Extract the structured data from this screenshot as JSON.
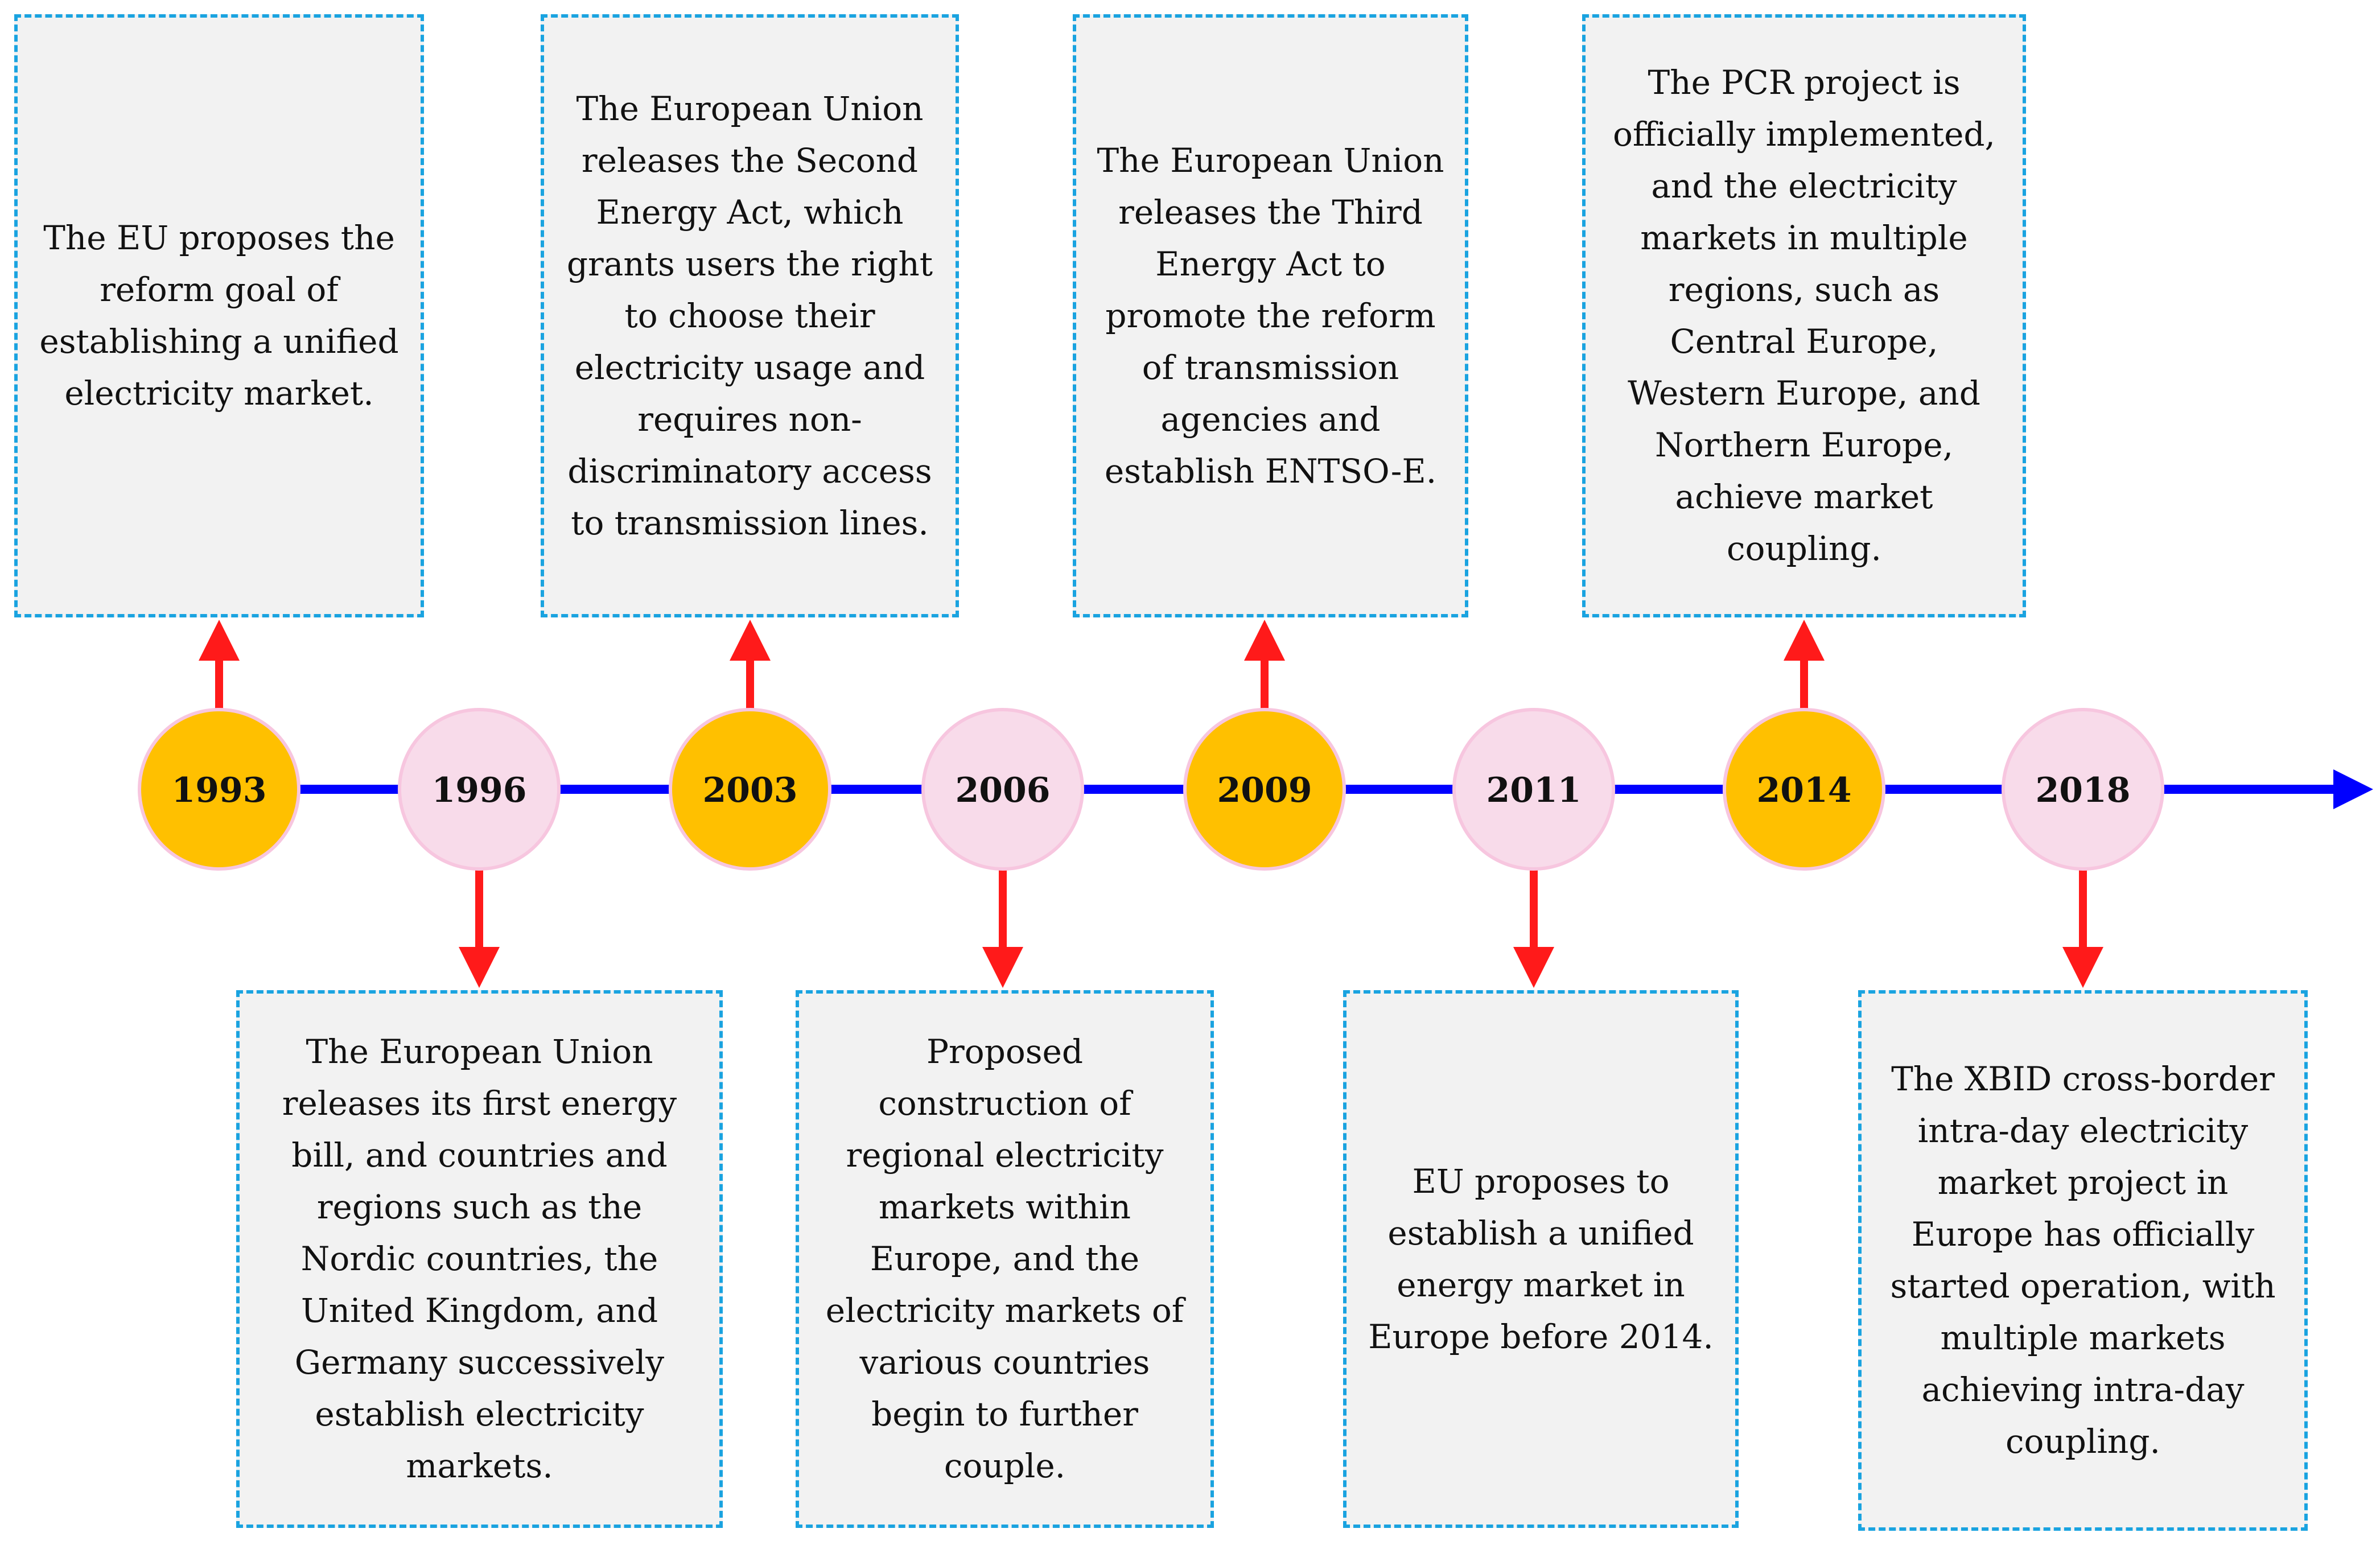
{
  "colors": {
    "axis": "#0000ff",
    "arrow": "#ff1a1a",
    "node_primary": "#ffc000",
    "node_secondary": "#f8dbea",
    "node_outline": "#f7c6df",
    "box_fill": "#f2f2f2",
    "box_border": "#1aa3e0",
    "text": "#111111"
  },
  "events": [
    {
      "year": "1993",
      "style": "primary",
      "position": "above",
      "text": "The EU proposes the reform goal of establishing a unified electricity market."
    },
    {
      "year": "1996",
      "style": "secondary",
      "position": "below",
      "text": "The European Union releases its first energy bill, and countries and regions such as the Nordic countries, the United Kingdom, and Germany successively establish electricity markets."
    },
    {
      "year": "2003",
      "style": "primary",
      "position": "above",
      "text": "The European Union releases the Second Energy Act, which grants users the right to choose their electricity usage and requires non-discriminatory access to transmission lines."
    },
    {
      "year": "2006",
      "style": "secondary",
      "position": "below",
      "text": "Proposed construction of regional electricity markets within Europe, and the electricity markets of various countries begin to further couple."
    },
    {
      "year": "2009",
      "style": "primary",
      "position": "above",
      "text": "The European Union releases the Third Energy Act to promote the reform of transmission agencies and establish ENTSO-E."
    },
    {
      "year": "2011",
      "style": "secondary",
      "position": "below",
      "text": "EU proposes to establish a unified energy market in Europe before 2014."
    },
    {
      "year": "2014",
      "style": "primary",
      "position": "above",
      "text": "The PCR project is officially implemented, and the electricity markets in multiple regions, such as Central Europe, Western Europe, and Northern Europe, achieve market coupling."
    },
    {
      "year": "2018",
      "style": "secondary",
      "position": "below",
      "text": "The XBID cross-border intra-day electricity market project in Europe has officially started operation, with multiple markets achieving intra-day coupling."
    }
  ]
}
